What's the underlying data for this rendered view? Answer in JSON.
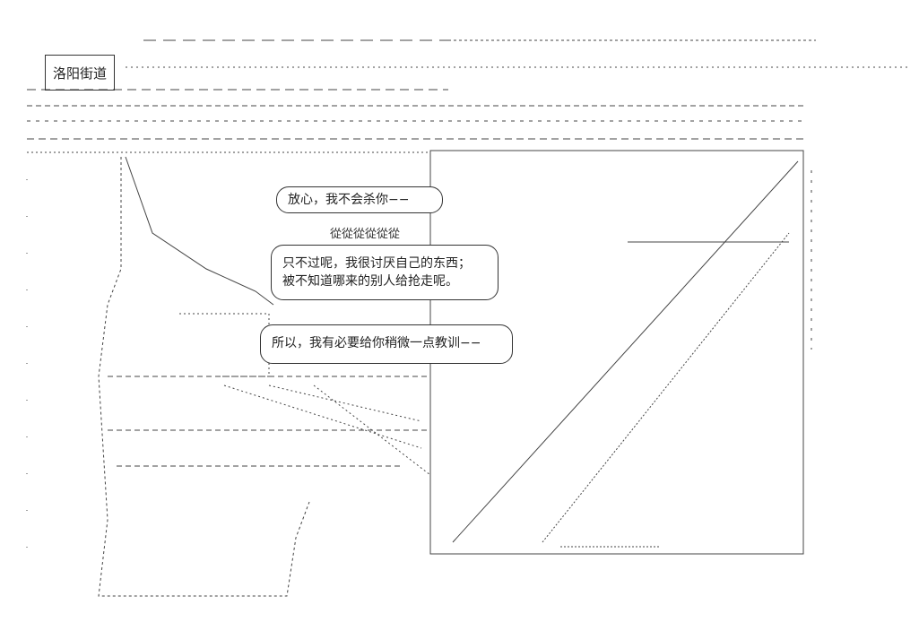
{
  "location_label": "洛阳街道",
  "bubbles": [
    {
      "lines": [
        "放心，我不会杀你−−"
      ]
    },
    {
      "lines": [
        "只不过呢，我很讨厌自己的东西；",
        "被不知道哪来的别人给抢走呢。"
      ]
    },
    {
      "lines": [
        "所以，我有必要给你稍微一点教训−−"
      ]
    }
  ],
  "sound_effect": "從從從從從從"
}
